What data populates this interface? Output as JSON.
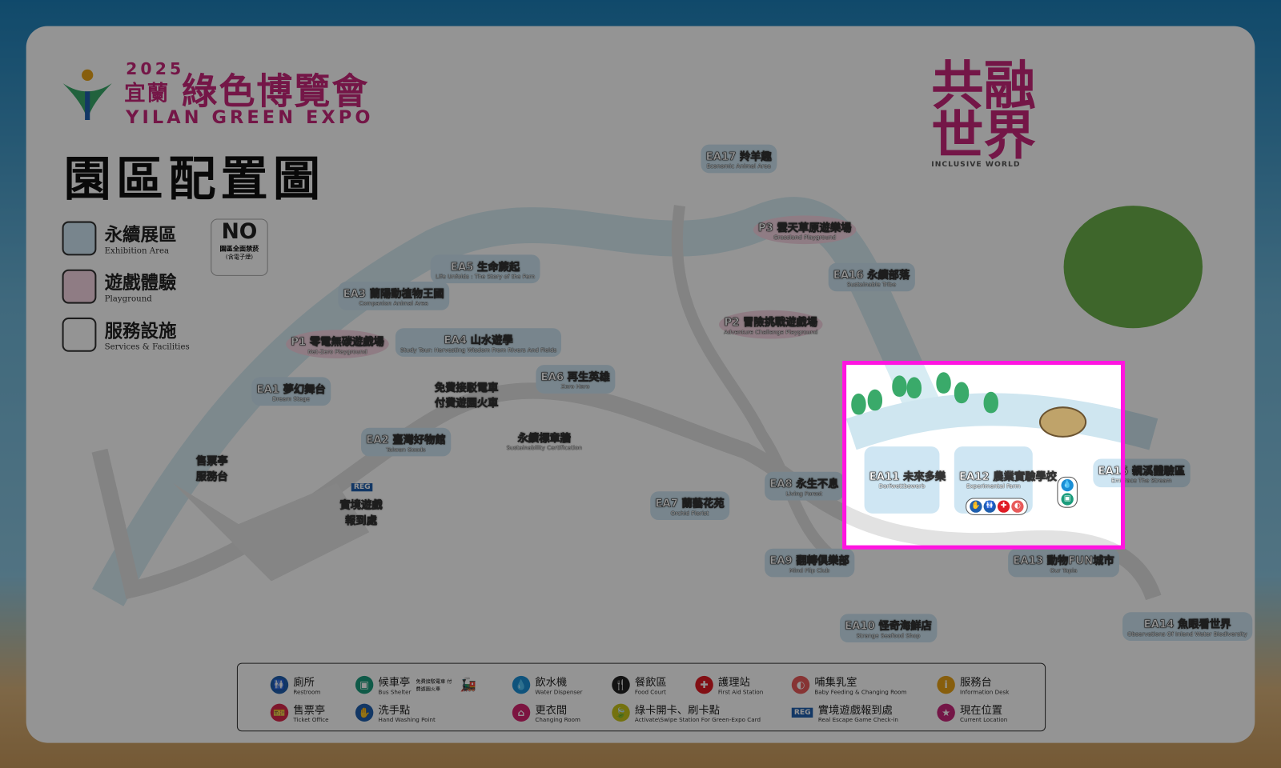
{
  "header": {
    "year": "2025",
    "city": "宜蘭",
    "title_cn": "綠色博覽會",
    "title_en": "YILAN GREEN EXPO",
    "page_title": "園區配置圖"
  },
  "zone_legend": [
    {
      "cn": "永續展區",
      "en": "Exhibition Area"
    },
    {
      "cn": "遊戲體驗",
      "en": "Playground"
    },
    {
      "cn": "服務設施",
      "en": "Services & Facilities"
    }
  ],
  "no_smoking": {
    "mark": "NO",
    "cn": "園區全面禁菸",
    "note": "(含電子煙)"
  },
  "inclusive": {
    "line1": "共融",
    "line2": "世界",
    "en": "INCLUSIVE WORLD"
  },
  "zones": [
    {
      "cn": "EA17 羚羊趣",
      "en": "Economic Animal Area"
    },
    {
      "cn": "P3 雲天草原遊樂場",
      "en": "Grassland Playground"
    },
    {
      "cn": "EA16 永續部落",
      "en": "Sustainable Tribe"
    },
    {
      "cn": "P2 冒險挑戰遊戲場",
      "en": "Adventure Challenge Playground"
    },
    {
      "cn": "EA5 生命蕨起",
      "en": "Life Unfolds : The Story of the Fern"
    },
    {
      "cn": "EA3 蘭陽動植物王國",
      "en": "Companion Animal Area"
    },
    {
      "cn": "P1 零電無碳遊戲場",
      "en": "Net-Zero Playground"
    },
    {
      "cn": "EA4 山水遊學",
      "en": "Study Tour: Harvesting Wisdom From Rivers And Fields"
    },
    {
      "cn": "EA6 再生英雄",
      "en": "Zero Hero"
    },
    {
      "cn": "EA1 夢幻舞台",
      "en": "Dream Stage"
    },
    {
      "cn": "EA2 臺灣好物館",
      "en": "Taiwan Goods"
    },
    {
      "cn": "永續標章牆",
      "en": "Sustainability Certification"
    },
    {
      "cn": "EA8 永生不息",
      "en": "Living Forest"
    },
    {
      "cn": "EA7 蘭藝花苑",
      "en": "Orchid Florist"
    },
    {
      "cn": "EA9 翻轉俱樂部",
      "en": "Mind Flip Club"
    },
    {
      "cn": "EA10 怪奇海鮮店",
      "en": "Strange Seafood Shop"
    },
    {
      "cn": "EA11 未來多樂",
      "en": "Dorfwettbewerb"
    },
    {
      "cn": "EA12 農業實驗學校",
      "en": "Experimental Farm"
    },
    {
      "cn": "EA13 動物FUN城市",
      "en": "Our Topia"
    },
    {
      "cn": "EA14 魚眼看世界",
      "en": "Observations Of Inland Water Biodiversity"
    },
    {
      "cn": "EA15 親溪體驗區",
      "en": "Embrace The Stream"
    }
  ],
  "misc_labels": {
    "train": "免費接駁電車\n付費遊園火車",
    "ticket": "售票亭\n服務台",
    "escape": "實境遊戲\n報到處",
    "reg": "REG"
  },
  "legend": [
    {
      "cn": "廁所",
      "en": "Restroom",
      "icon": "restroom-icon",
      "color": "#1f5fae"
    },
    {
      "cn": "候車亭",
      "en": "Bus Shelter",
      "note": "免費接駁電車 付費遊園火車",
      "icon": "bus-shelter-icon",
      "color": "#1a9c7c"
    },
    {
      "cn": "飲水機",
      "en": "Water Dispenser",
      "icon": "water-drop-icon",
      "color": "#1a8fd6"
    },
    {
      "cn": "餐飲區",
      "en": "Food Court",
      "icon": "fork-knife-icon",
      "color": "#222222"
    },
    {
      "cn": "護理站",
      "en": "First Aid Station",
      "icon": "first-aid-icon",
      "color": "#e01b24"
    },
    {
      "cn": "哺集乳室",
      "en": "Baby Feeding & Changing Room",
      "icon": "baby-feeding-icon",
      "color": "#e85a5a"
    },
    {
      "cn": "服務台",
      "en": "Information Desk",
      "icon": "info-icon",
      "color": "#e8a317"
    },
    {
      "cn": "售票亭",
      "en": "Ticket Office",
      "icon": "ticket-icon",
      "color": "#d9264a"
    },
    {
      "cn": "洗手點",
      "en": "Hand Washing Point",
      "icon": "hand-wash-icon",
      "color": "#1f5fae"
    },
    {
      "cn": "更衣間",
      "en": "Changing Room",
      "icon": "changing-room-icon",
      "color": "#d6246e"
    },
    {
      "cn": "綠卡開卡、刷卡點",
      "en": "Activate\\Swipe Station For Green-Expo Card",
      "icon": "green-card-icon",
      "color": "#c9c41a"
    },
    {
      "cn": "實境遊戲報到處",
      "en": "Real Escape Game Check-in",
      "icon": "reg-icon",
      "color": "#c8267a"
    },
    {
      "cn": "現在位置",
      "en": "Current Location",
      "icon": "star-icon",
      "color": "#c8267a"
    }
  ]
}
